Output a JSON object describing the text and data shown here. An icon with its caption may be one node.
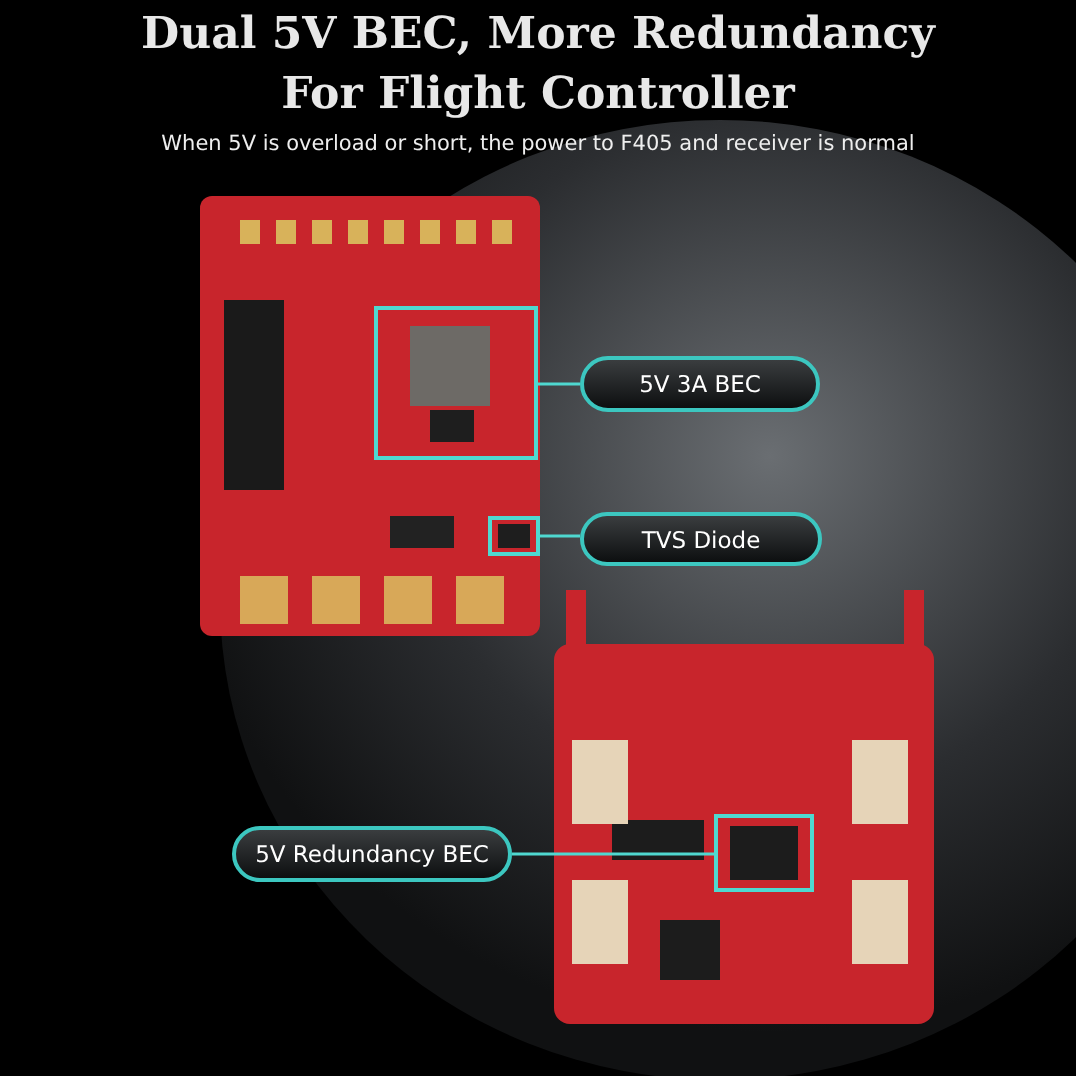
{
  "diagram": {
    "title": "Dual 5V BEC, More Redundancy For Flight Controller",
    "nodes": [
      {
        "text": [
          "5V 3A BEC"
        ]
      },
      {
        "text": [
          "TVS Diode"
        ]
      },
      {
        "text": [
          "5V Redundancy BEC"
        ]
      },
      {
        "text": [],
        "shape": "box"
      },
      {
        "text": [],
        "shape": "box"
      },
      {
        "text": [],
        "shape": "box"
      }
    ],
    "edges": [
      {
        "from": 0,
        "to": 3,
        "arrow": "none"
      },
      {
        "from": 1,
        "to": 4,
        "arrow": "none"
      },
      {
        "from": 2,
        "to": 5,
        "arrow": "none"
      }
    ],
    "labels": [
      "When 5V is overload or short, the power to F405 and receiver is normal"
    ]
  }
}
